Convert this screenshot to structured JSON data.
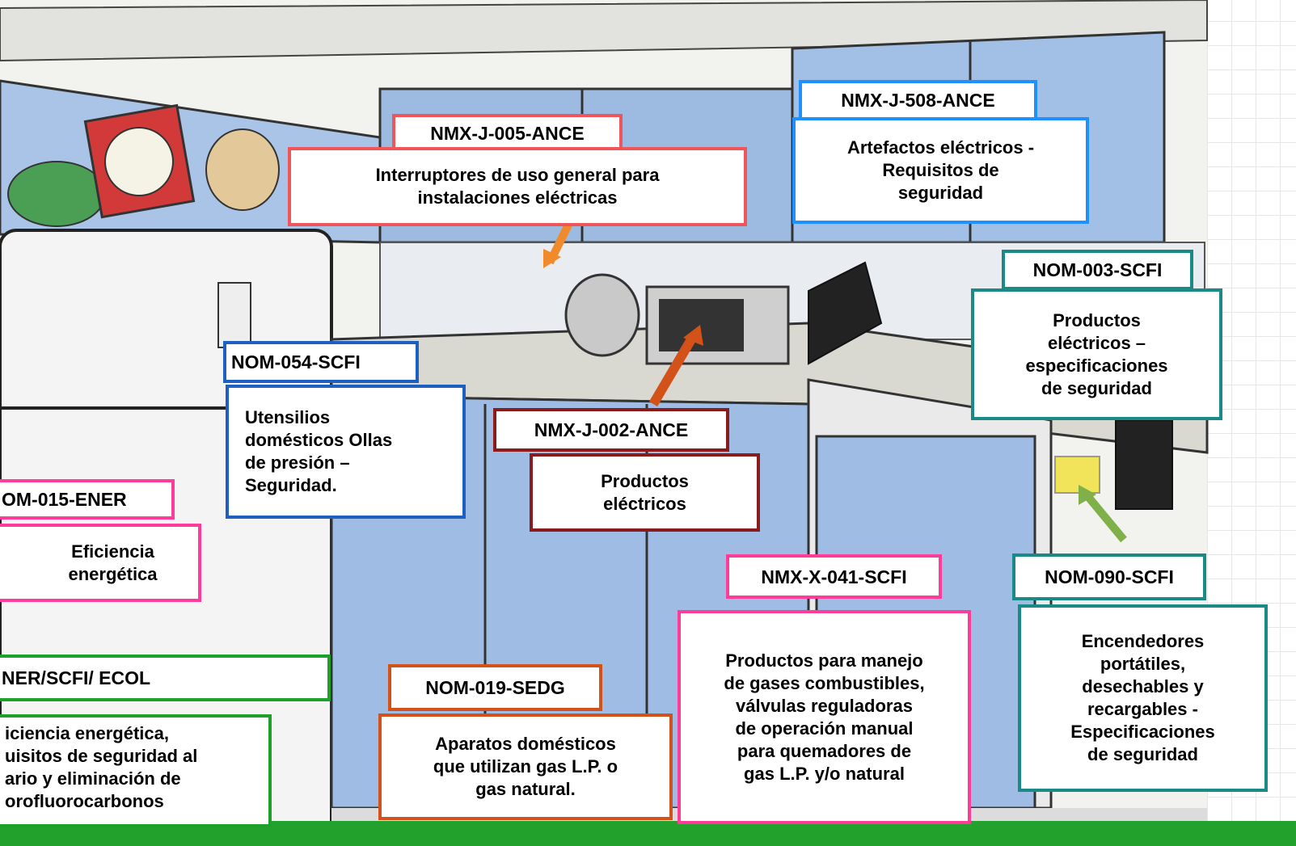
{
  "colors": {
    "red": "#f0555a",
    "blue": "#1e90ff",
    "darkblue": "#1f5fbf",
    "teal": "#1a8a86",
    "maroon": "#8b1a1a",
    "pink": "#ff3c9a",
    "green": "#1ea12a",
    "orange": "#d2521a",
    "green_bar": "#22a12c"
  },
  "labels": [
    {
      "id": "nmx-j-005-code",
      "text": "NMX-J-005-ANCE",
      "border": "#f0555a"
    },
    {
      "id": "nmx-j-005-desc",
      "text": "Interruptores de uso general para\ninstalaciones eléctricas",
      "border": "#f0555a"
    },
    {
      "id": "nmx-j-508-code",
      "text": "NMX-J-508-ANCE",
      "border": "#1e90ff"
    },
    {
      "id": "nmx-j-508-desc",
      "text": "Artefactos eléctricos -\nRequisitos de\nseguridad",
      "border": "#1e90ff"
    },
    {
      "id": "nom-003-code",
      "text": "NOM-003-SCFI",
      "border": "#1a8a86"
    },
    {
      "id": "nom-003-desc",
      "text": "Productos\neléctricos –\nespecificaciones\nde seguridad",
      "border": "#1a8a86"
    },
    {
      "id": "nom-054-code",
      "text": "NOM-054-SCFI",
      "border": "#1f5fbf"
    },
    {
      "id": "nom-054-desc",
      "text": "Utensilios\ndomésticos Ollas\nde presión –\nSeguridad.",
      "border": "#1f5fbf"
    },
    {
      "id": "nmx-j-002-code",
      "text": "NMX-J-002-ANCE",
      "border": "#8b1a1a"
    },
    {
      "id": "nmx-j-002-desc",
      "text": "Productos\neléctricos",
      "border": "#8b1a1a"
    },
    {
      "id": "nom-015-code",
      "text": "OM-015-ENER",
      "border": "#ff3c9a"
    },
    {
      "id": "nom-015-desc",
      "text": "Eficiencia\nenergética",
      "border": "#ff3c9a"
    },
    {
      "id": "nmx-x-041-code",
      "text": "NMX-X-041-SCFI",
      "border": "#ff3c9a"
    },
    {
      "id": "nmx-x-041-desc",
      "text": "Productos para manejo\nde gases combustibles,\nválvulas reguladoras\nde operación manual\npara quemadores de\ngas L.P. y/o natural",
      "border": "#ff3c9a"
    },
    {
      "id": "nom-090-code",
      "text": "NOM-090-SCFI",
      "border": "#1a8a86"
    },
    {
      "id": "nom-090-desc",
      "text": "Encendedores\nportátiles,\ndesechables y\nrecargables -\nEspecificaciones\nde seguridad",
      "border": "#1a8a86"
    },
    {
      "id": "ener-scfi-code",
      "text": "NER/SCFI/ ECOL",
      "border": "#1ea12a"
    },
    {
      "id": "ener-scfi-desc",
      "text": "iciencia energética,\nuisitos de seguridad al\nario y eliminación de\norofluorocarbonos",
      "border": "#1ea12a"
    },
    {
      "id": "nom-019-code",
      "text": "NOM-019-SEDG",
      "border": "#d2521a"
    },
    {
      "id": "nom-019-desc",
      "text": "Aparatos domésticos\nque utilizan gas L.P. o\ngas natural.",
      "border": "#d2521a"
    }
  ]
}
